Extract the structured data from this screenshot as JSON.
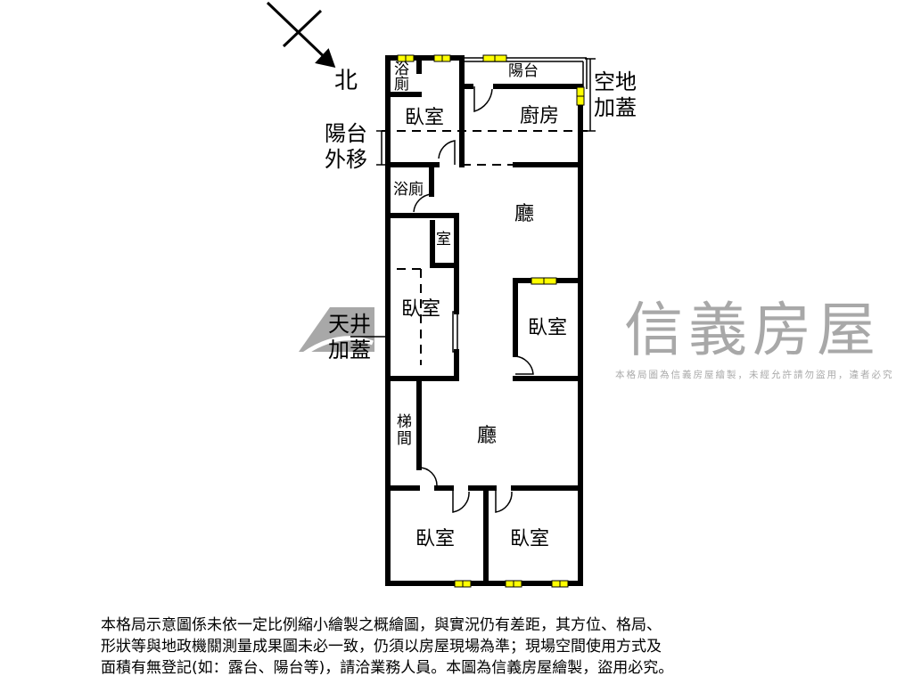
{
  "compass": {
    "north_label": "北"
  },
  "rooms": {
    "bath_top": "浴廁",
    "bedroom_top": "臥室",
    "balcony": "陽台",
    "kitchen": "廚房",
    "bath_mid": "浴廁",
    "living_top": "廳",
    "small_room": "室",
    "bedroom_mid_left": "臥室",
    "bedroom_mid_right": "臥室",
    "stairs": "梯間",
    "living_bottom": "廳",
    "bedroom_bottom_left": "臥室",
    "bedroom_bottom_right": "臥室"
  },
  "annotations": {
    "vacant_addition": "空地加蓋",
    "balcony_moved": "陽台外移",
    "skylight_addition": "天井加蓋"
  },
  "watermark": {
    "brand": "信義房屋",
    "notice": "本格局圖為信義房屋繪製，未經允許請勿盜用，違者必究"
  },
  "disclaimer": [
    "本格局示意圖係未依一定比例縮小繪製之概繪圖，與實況仍有差距，其方位、格局、",
    "形狀等與地政機關測量成果圖未必一致，仍須以房屋現場為準；現場空間使用方式及",
    "面積有無登記(如：露台、陽台等)，請洽業務人員。本圖為信義房屋繪製，盜用必究。"
  ],
  "colors": {
    "wall": "#000000",
    "window": "#ffff00",
    "watermark": "#9a9a9a"
  }
}
